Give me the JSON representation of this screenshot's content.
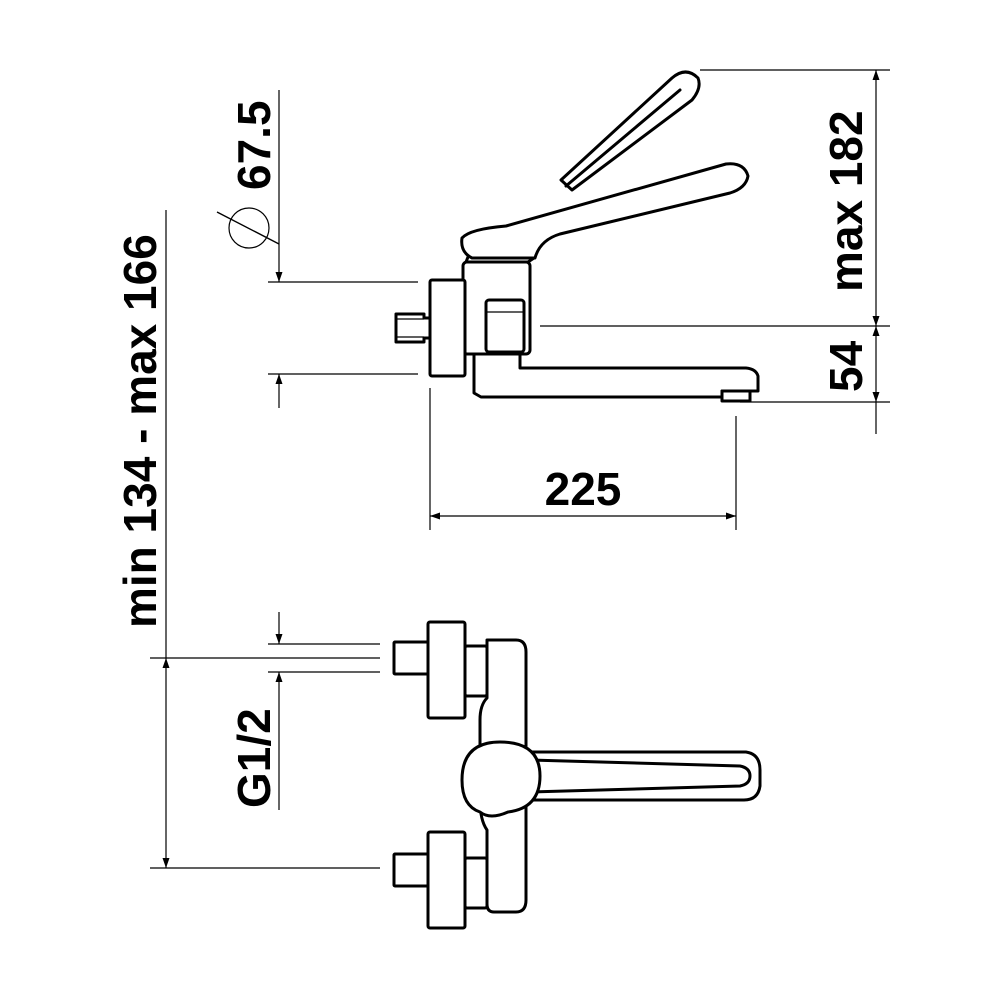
{
  "dimensions": {
    "diameter": "67.5",
    "height_max": "max 182",
    "spout_height": "54",
    "spout_reach": "225",
    "wall_distance": "min 134 - max 166",
    "thread": "G1/2"
  },
  "colors": {
    "line": "#000000",
    "background": "#ffffff"
  }
}
